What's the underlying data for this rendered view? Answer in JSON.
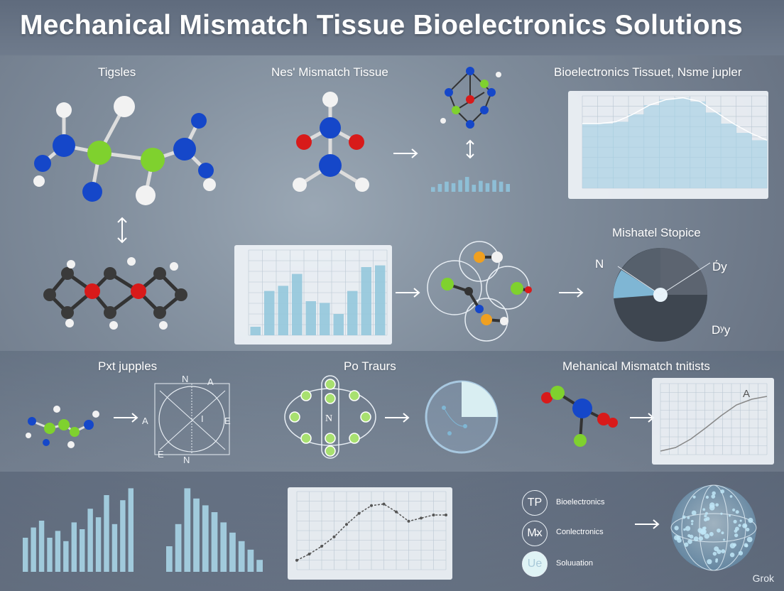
{
  "title": "Mechanical Mismatch Tissue Bioelectronics Solutions",
  "labels": {
    "tigsles": "Tigsles",
    "nes_mismatch": "Nes' Mismatch Tissue",
    "bio_tissue": "Bioelectronics Tissuet, Nsme jupler",
    "mishatel": "Mishatel Stopice",
    "pxt": "Pxt jupples",
    "po": "Po Traurs",
    "mehanical": "Mehanical Mismatch tnitists"
  },
  "pie_labels": {
    "n": "N",
    "dy1": "D́y",
    "dy2": "Dʸy"
  },
  "diagram_labels": {
    "n_top": "N",
    "a_top": "A",
    "a_left": "A",
    "e_right": "E",
    "e_left": "E",
    "n_bottom": "N",
    "i_mid": "I",
    "a_chart": "A"
  },
  "legend": [
    {
      "badge": "TP",
      "text": "Bioelectronics"
    },
    {
      "badge": "M̵x",
      "text": "Conlectronics"
    },
    {
      "badge": "Ue",
      "text": "Soluuation"
    }
  ],
  "watermark": "Grok",
  "colors": {
    "bar": "#8fc3db",
    "bar_dark": "#6aa8c6",
    "grid": "#b9c6d2",
    "blue_atom": "#1547c9",
    "green_atom": "#7fd12e",
    "red_atom": "#d81a1a",
    "white_atom": "#f2f2f2",
    "pie_light": "#7fb6d4",
    "pie_dark": "#3e4650"
  },
  "chart_data": [
    {
      "type": "bar",
      "values": [
        12,
        20,
        26,
        22,
        30,
        38,
        18,
        28,
        22,
        30,
        26,
        20
      ]
    },
    {
      "type": "area",
      "values": [
        70,
        70,
        72,
        80,
        90,
        96,
        98,
        94,
        82,
        70,
        60,
        52
      ]
    },
    {
      "type": "bar",
      "values": [
        10,
        52,
        58,
        72,
        40,
        38,
        25,
        52,
        80,
        82
      ]
    },
    {
      "type": "line",
      "values": [
        5,
        10,
        22,
        38,
        55,
        70,
        78,
        82
      ]
    },
    {
      "type": "bar",
      "values": [
        40,
        52,
        60,
        40,
        48,
        36,
        58,
        50,
        74,
        64,
        90,
        56,
        84,
        98
      ]
    },
    {
      "type": "bar",
      "values": [
        30,
        56,
        98,
        86,
        78,
        70,
        58,
        46,
        36,
        26,
        14
      ]
    },
    {
      "type": "line",
      "values": [
        12,
        20,
        30,
        42,
        58,
        72,
        82,
        84,
        74,
        62,
        66,
        70,
        70
      ]
    }
  ]
}
